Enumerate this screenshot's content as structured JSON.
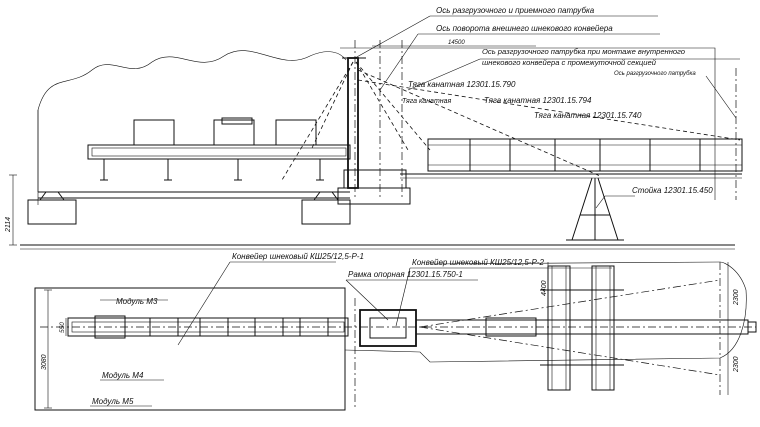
{
  "top_view": {
    "leader_axis_unload_receive": "Ось разгрузочного и приемного патрубка",
    "leader_axis_rotation": "Ось поворота внешнего шнекового конвейера",
    "dim_14500": "14500",
    "leader_axis_mount_line1": "Ось разгрузочного  патрубка при монтаже внутренного",
    "leader_axis_mount_line2": "шнекового конвейера с промежуточной секцией",
    "leader_axis_unload_right": "Ось разгрузочного патрубка",
    "tie_790": "Тяга канатная 12301.15.790",
    "tie_short": "Тяга канатная",
    "tie_794": "Тяга канатная 12301.15.794",
    "tie_740": "Тяга канатная 12301.15.740",
    "stand_450": "Стойка 12301.15.450",
    "dim_2114": "2114"
  },
  "bottom_view": {
    "conveyor_1": "Конвейер шнековый КШ25/12,5-Р-1",
    "frame_750": "Рамка опорная 12301.15.750-1",
    "conveyor_2": "Конвейер шнековый КШ25/12,5-Р-2",
    "module_m3": "Модуль М3",
    "module_m4": "Модуль М4",
    "module_m5": "Модуль М5",
    "dim_550": "550",
    "dim_3080": "3080",
    "dim_4400": "4400",
    "dim_2300_top": "2300",
    "dim_2300_bottom": "2300"
  }
}
